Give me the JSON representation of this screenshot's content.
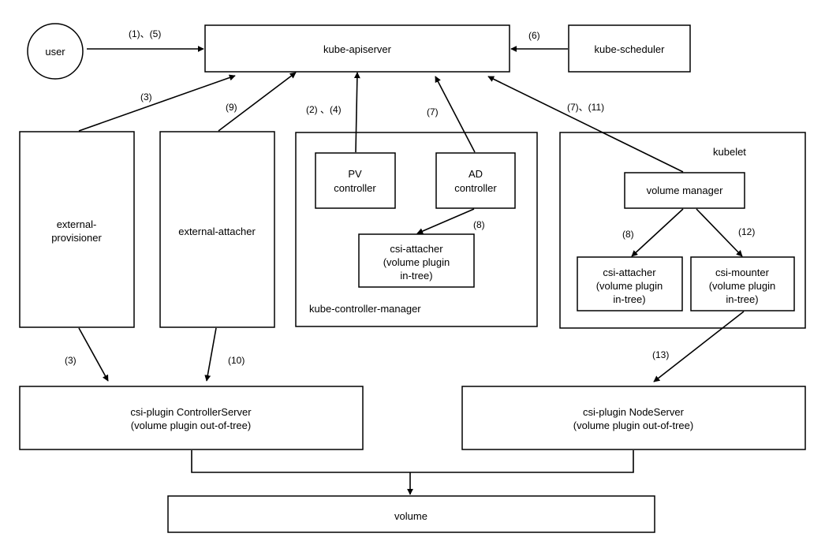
{
  "nodes": {
    "user": "user",
    "apiserver": "kube-apiserver",
    "scheduler": "kube-scheduler",
    "ext_provisioner_1": "external-",
    "ext_provisioner_2": "provisioner",
    "ext_attacher": "external-attacher",
    "kcm_title": "kube-controller-manager",
    "pv_controller_1": "PV",
    "pv_controller_2": "controller",
    "ad_controller_1": "AD",
    "ad_controller_2": "controller",
    "kcm_csi_attacher_1": "csi-attacher",
    "kcm_csi_attacher_2": "(volume plugin",
    "kcm_csi_attacher_3": "in-tree)",
    "kubelet_title": "kubelet",
    "volume_manager": "volume manager",
    "kubelet_csi_attacher_1": "csi-attacher",
    "kubelet_csi_attacher_2": "(volume plugin",
    "kubelet_csi_attacher_3": "in-tree)",
    "csi_mounter_1": "csi-mounter",
    "csi_mounter_2": "(volume plugin",
    "csi_mounter_3": "in-tree)",
    "controller_server_1": "csi-plugin ControllerServer",
    "controller_server_2": "(volume plugin out-of-tree)",
    "node_server_1": "csi-plugin NodeServer",
    "node_server_2": "(volume plugin out-of-tree)",
    "volume": "volume"
  },
  "edge_labels": {
    "user_to_api": "(1)、(5)",
    "scheduler_to_api": "(6)",
    "provisioner_to_api": "(3)",
    "attacher_to_api": "(9)",
    "pv_to_api": "(2) 、(4)",
    "ad_to_api": "(7)",
    "vm_to_api": "(7)、(11)",
    "ad_to_csi_attacher": "(8)",
    "vm_to_csi_attacher": "(8)",
    "vm_to_csi_mounter": "(12)",
    "provisioner_to_cs": "(3)",
    "attacher_to_cs": "(10)",
    "mounter_to_ns": "(13)"
  }
}
